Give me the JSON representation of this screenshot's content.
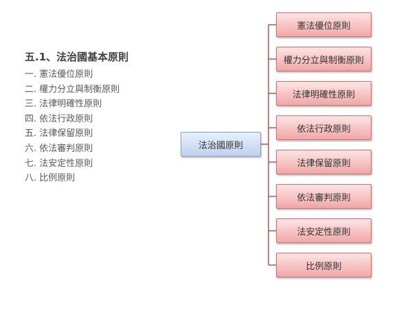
{
  "heading": "五.1、法治國基本原則",
  "outline_items": [
    "一. 憲法優位原則",
    "二. 權力分立與制衡原則",
    "三. 法律明確性原則",
    "四. 依法行政原則",
    "五. 法律保留原則",
    "六. 依法審判原則",
    "七. 法安定性原則",
    "八. 比例原則"
  ],
  "diagram": {
    "root": "法治國原則",
    "children": [
      "憲法優位原則",
      "權力分立與制衡原則",
      "法律明確性原則",
      "依法行政原則",
      "法律保留原則",
      "依法審判原則",
      "法安定性原則",
      "比例原則"
    ]
  },
  "colors": {
    "connector": "#c0504d",
    "root_fill": "#c9d9f1",
    "child_fill": "#f6b6b6"
  }
}
